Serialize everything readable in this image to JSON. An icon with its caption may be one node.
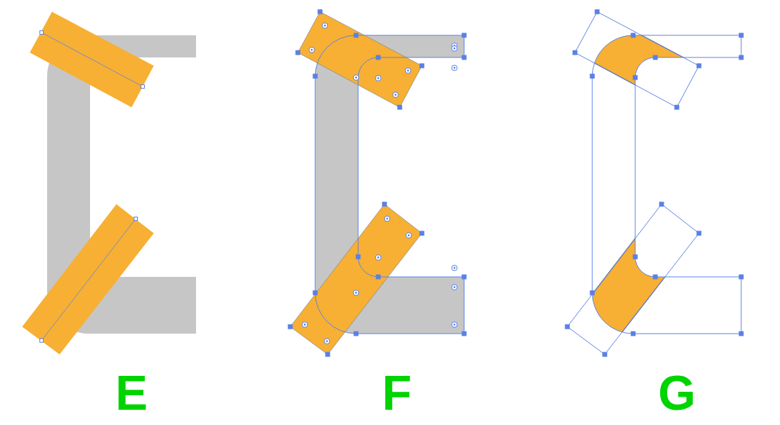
{
  "diagram": {
    "labels": [
      "E",
      "F",
      "G"
    ]
  }
}
